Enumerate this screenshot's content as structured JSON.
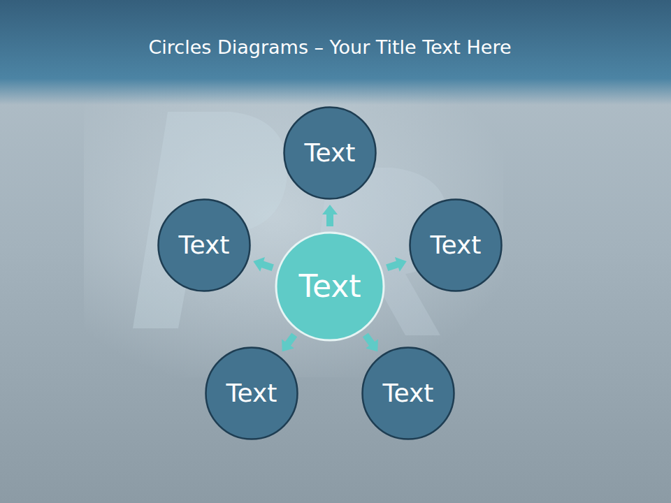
{
  "diagram": {
    "title": "Circles Diagrams – Your Title Text Here",
    "nodes": [
      {
        "text": [
          "Text"
        ]
      },
      {
        "text": [
          "Text"
        ]
      },
      {
        "text": [
          "Text"
        ]
      },
      {
        "text": [
          "Text"
        ]
      },
      {
        "text": [
          "Text"
        ]
      },
      {
        "text": [
          "Text"
        ]
      }
    ],
    "edges": [
      {
        "from": 0,
        "to": 1,
        "arrow": "to"
      },
      {
        "from": 0,
        "to": 2,
        "arrow": "to"
      },
      {
        "from": 0,
        "to": 3,
        "arrow": "to"
      },
      {
        "from": 0,
        "to": 4,
        "arrow": "to"
      },
      {
        "from": 0,
        "to": 5,
        "arrow": "to"
      }
    ]
  }
}
